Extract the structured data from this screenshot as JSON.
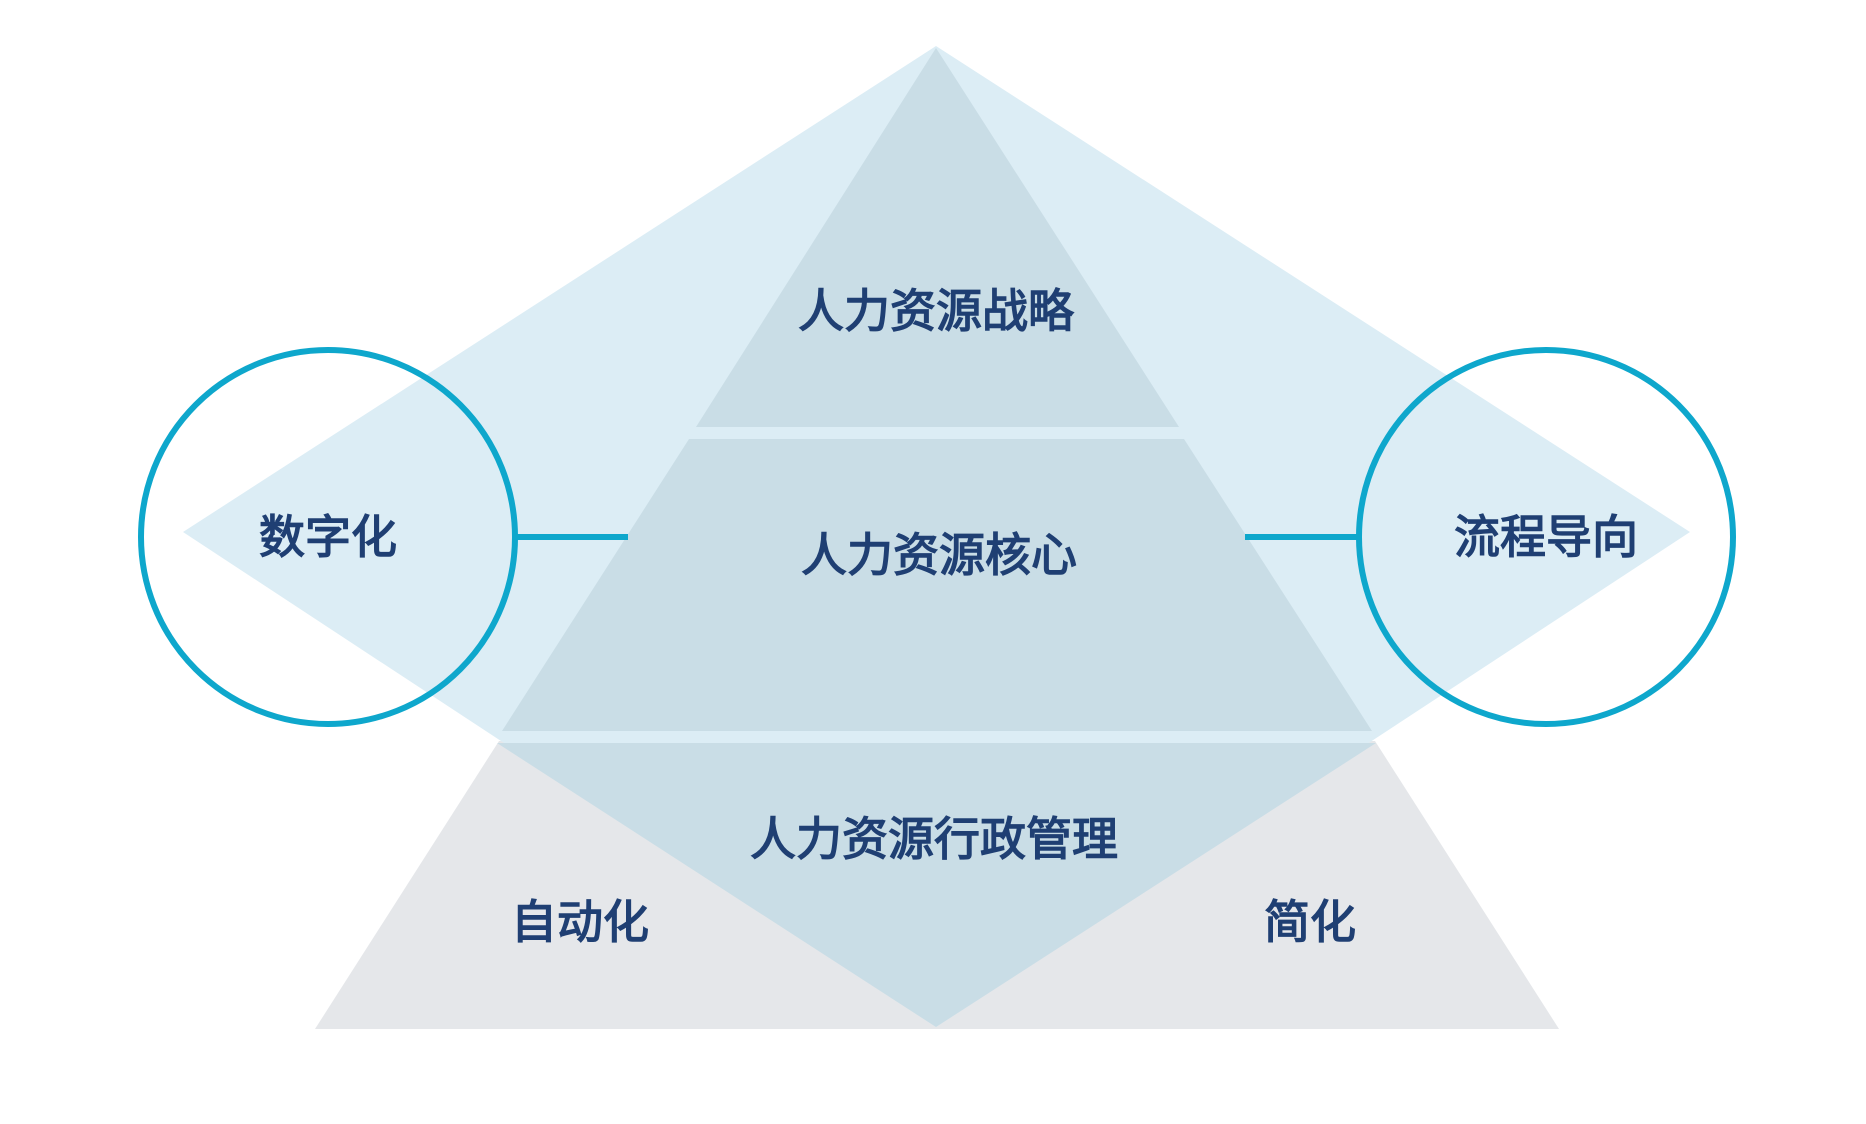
{
  "diagram": {
    "tiers": {
      "top": "人力资源战略",
      "middle": "人力资源核心",
      "bottom": "人力资源行政管理"
    },
    "circles": {
      "left": "数字化",
      "right": "流程导向"
    },
    "base": {
      "left": "自动化",
      "right": "简化"
    }
  },
  "colors": {
    "text": "#1f3f73",
    "circle_stroke": "#0ea7cc",
    "diamond_fill": "#dcedf5",
    "pyramid_fill": "#c9dde6",
    "base_fill": "#e5e7ea"
  }
}
